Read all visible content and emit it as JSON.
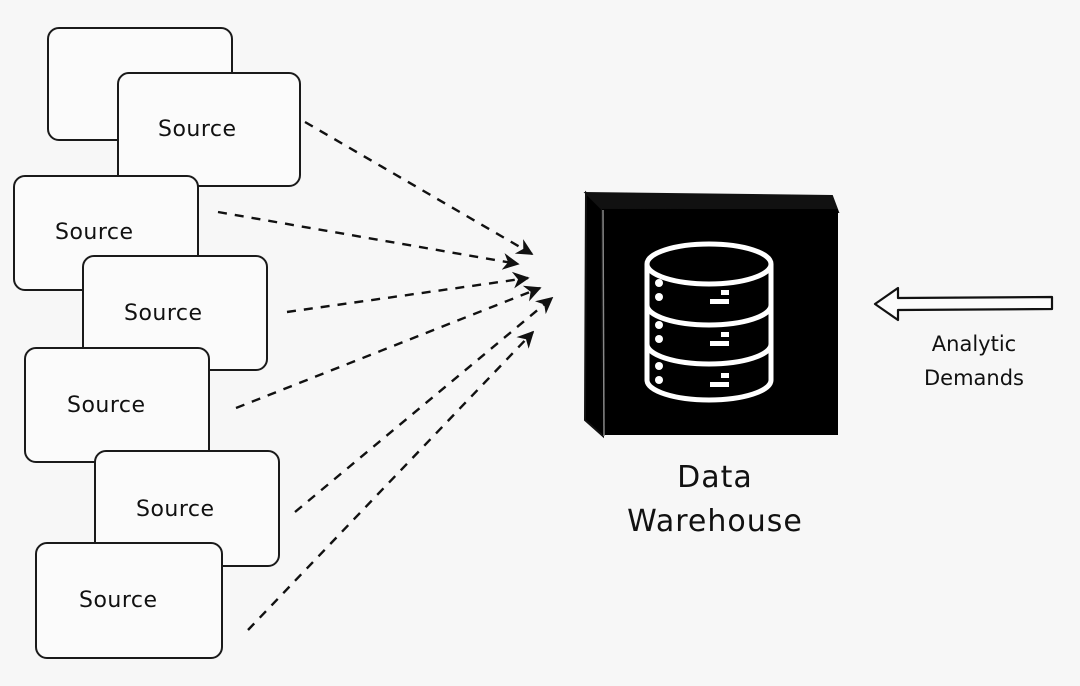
{
  "diagram": {
    "sources": [
      {
        "label": ""
      },
      {
        "label": "Source"
      },
      {
        "label": "Source"
      },
      {
        "label": "Source"
      },
      {
        "label": "Source"
      },
      {
        "label": "Source"
      },
      {
        "label": "Source"
      }
    ],
    "warehouse": {
      "icon": "database-icon",
      "title_line1": "Data",
      "title_line2": "Warehouse"
    },
    "analytic_demands": {
      "icon": "arrow-left-icon",
      "line1": "Analytic",
      "line2": "Demands"
    },
    "connector_style": "dashed-arrow",
    "colors": {
      "ink": "#111111",
      "background": "#f7f7f7",
      "warehouse_fill": "#000000",
      "icon_stroke": "#ffffff"
    }
  }
}
